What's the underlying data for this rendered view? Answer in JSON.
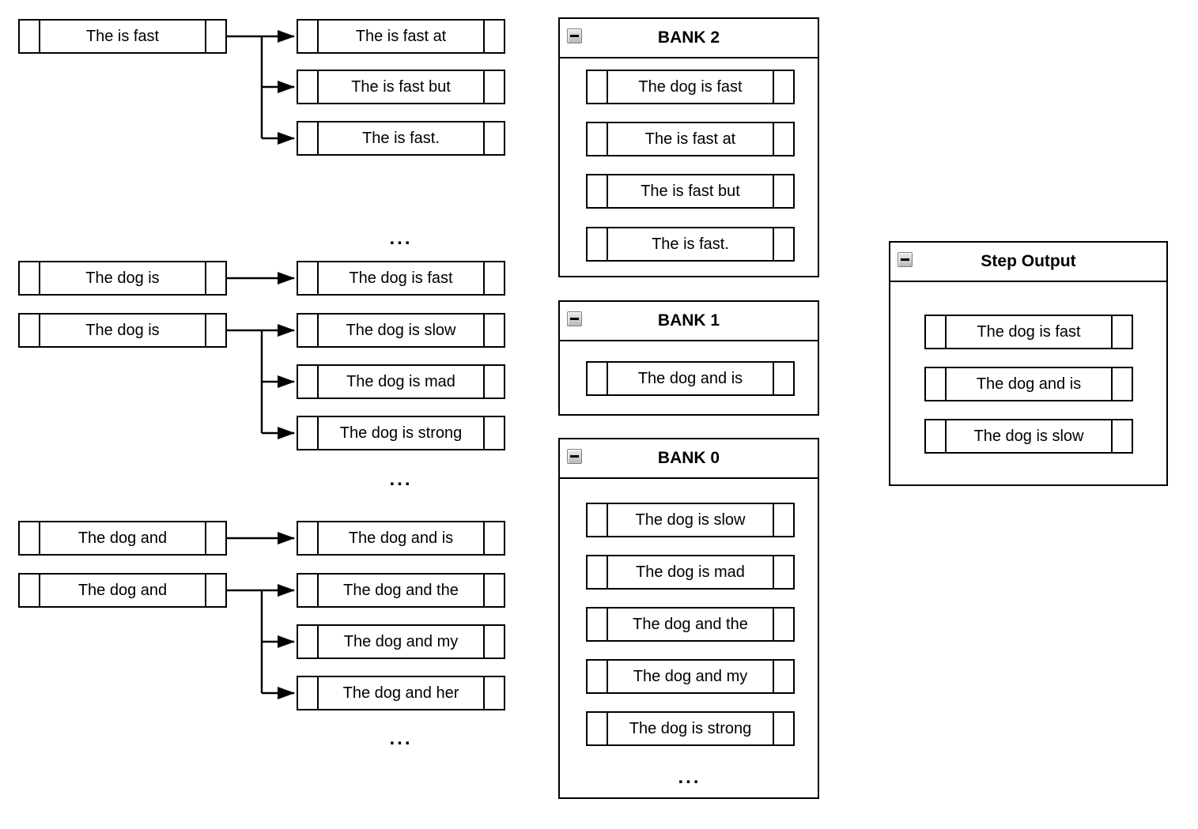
{
  "colors": {
    "stroke": "#000000",
    "fill": "#ffffff",
    "collapse_button_bg": "#d4d4d4",
    "collapse_button_border": "#7f7f7f"
  },
  "icons": {
    "collapse": "minus-icon"
  },
  "tree": {
    "group1": {
      "source": "The is fast",
      "expansions": [
        "The is fast at",
        "The is fast but",
        "The is fast."
      ],
      "ellipsis": "..."
    },
    "group2": {
      "source_a": "The dog is",
      "expansions_a": [
        "The dog is fast"
      ],
      "source_b": "The dog is",
      "expansions_b": [
        "The dog is slow",
        "The dog is mad",
        "The dog is strong"
      ],
      "ellipsis": "..."
    },
    "group3": {
      "source_a": "The dog and",
      "expansions_a": [
        "The dog and is"
      ],
      "source_b": "The dog and",
      "expansions_b": [
        "The dog and the",
        "The dog and my",
        "The dog and her"
      ],
      "ellipsis": "..."
    }
  },
  "banks": [
    {
      "title": "BANK 2",
      "items": [
        "The dog is fast",
        "The is fast at",
        "The is fast but",
        "The is fast."
      ]
    },
    {
      "title": "BANK 1",
      "items": [
        "The dog and is"
      ]
    },
    {
      "title": "BANK 0",
      "items": [
        "The dog is slow",
        "The dog is mad",
        "The dog and the",
        "The dog and my",
        "The dog is strong"
      ],
      "ellipsis": "..."
    }
  ],
  "step_output": {
    "title": "Step Output",
    "items": [
      "The dog is fast",
      "The dog and is",
      "The dog is slow"
    ]
  }
}
